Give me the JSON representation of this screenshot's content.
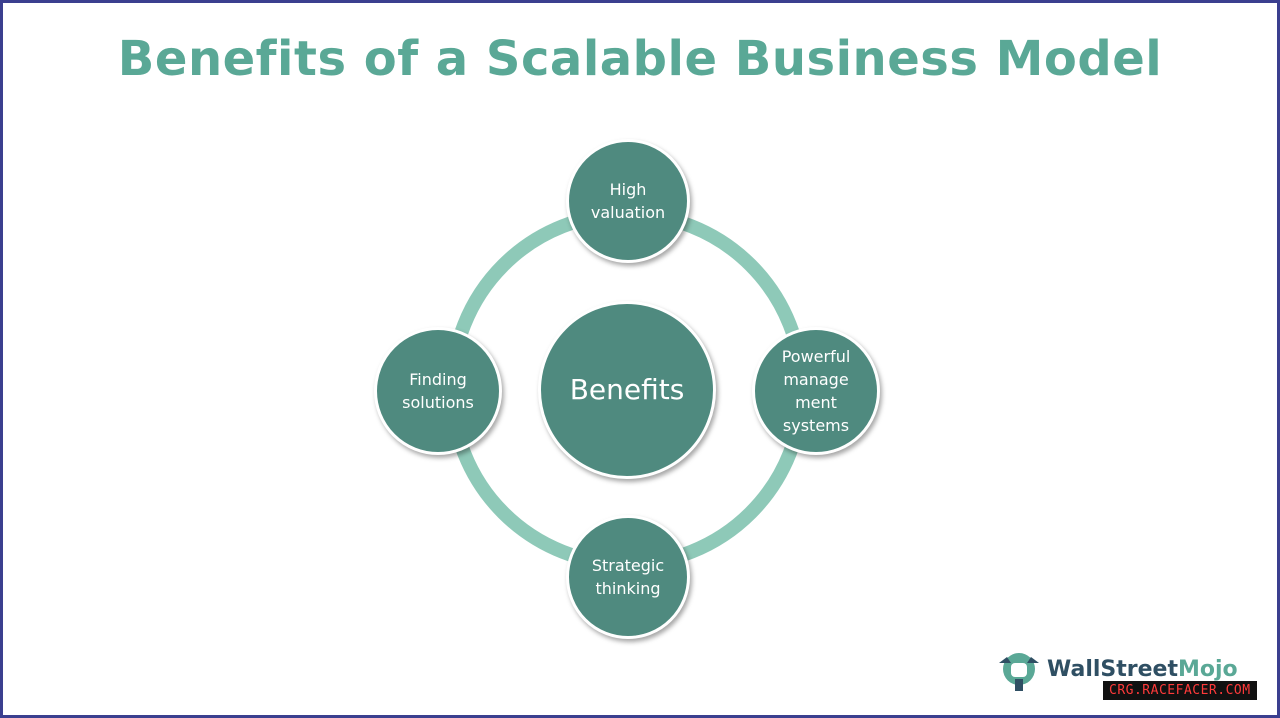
{
  "title": "Benefits of a Scalable Business Model",
  "diagram": {
    "center": "Benefits",
    "nodes": {
      "top": "High\nvaluation",
      "right": "Powerful\nmanage\nment\nsystems",
      "bottom": "Strategic\nthinking",
      "left": "Finding\nsolutions"
    }
  },
  "logo": {
    "part1": "WallStreet",
    "part2": "Mojo"
  },
  "watermark": "CRG.RACEFACER.COM",
  "colors": {
    "title": "#5aa896",
    "node_fill": "#4f8a7f",
    "ring": "#8ec9b8",
    "border": "#3b3f8f"
  }
}
